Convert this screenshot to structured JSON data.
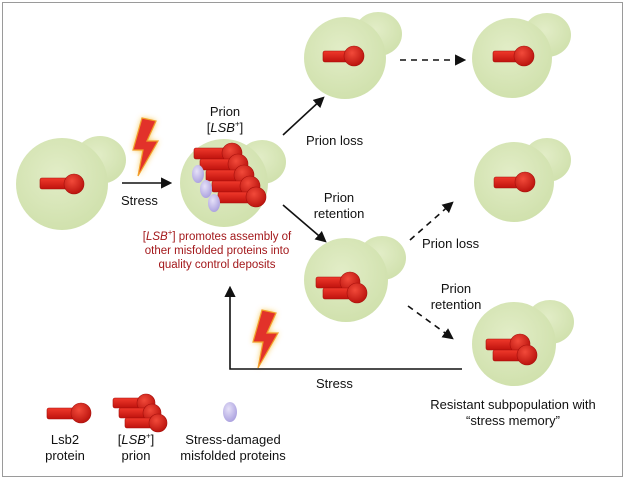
{
  "labels": {
    "prion": "Prion",
    "lsb_open": "[",
    "lsb_name": "LSB",
    "lsb_plus": "+",
    "lsb_close": "]",
    "prion_loss_1": "Prion loss",
    "prion_loss_2": "Prion loss",
    "prion_retention_a_1": "Prion",
    "prion_retention_a_2": "retention",
    "prion_retention_b_1": "Prion",
    "prion_retention_b_2": "retention",
    "stress_1": "Stress",
    "stress_2": "Stress",
    "promotes_line1_rest": " promotes assembly of",
    "promotes_line2": "other misfolded proteins into",
    "promotes_line3": "quality control deposits",
    "resistant_line1": "Resistant subpopulation with",
    "resistant_line2": "“stress memory”"
  },
  "legend": {
    "lsb2_line1": "Lsb2",
    "lsb2_line2": "protein",
    "prion_line2": "prion",
    "damaged_line1": "Stress-damaged",
    "damaged_line2": "misfolded proteins"
  },
  "colors": {
    "cell_fill": "#d6e6b5",
    "cell_stroke": "#c4d8a0",
    "protein_red": "#e11b14",
    "protein_dark": "#a70f0b",
    "misfolded_fill": "#c7c0ea",
    "bolt_fill": "#e2322a",
    "bolt_glow": "#f6c13a",
    "text_red": "#a3181b"
  }
}
